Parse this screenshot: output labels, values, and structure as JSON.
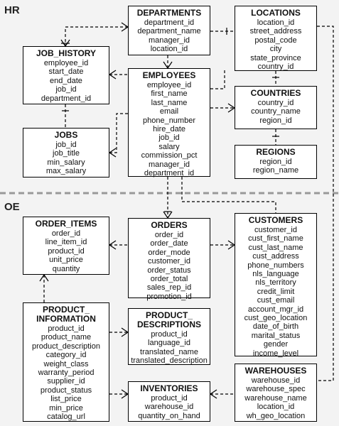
{
  "schemas": {
    "hr": "HR",
    "oe": "OE"
  },
  "entities": {
    "departments": {
      "title": "DEPARTMENTS",
      "fields": [
        "department_id",
        "department_name",
        "manager_id",
        "location_id"
      ]
    },
    "locations": {
      "title": "LOCATIONS",
      "fields": [
        "location_id",
        "street_address",
        "postal_code",
        "city",
        "state_province",
        "country_id"
      ]
    },
    "job_history": {
      "title": "JOB_HISTORY",
      "fields": [
        "employee_id",
        "start_date",
        "end_date",
        "job_id",
        "department_id"
      ]
    },
    "employees": {
      "title": "EMPLOYEES",
      "fields": [
        "employee_id",
        "first_name",
        "last_name",
        "email",
        "phone_number",
        "hire_date",
        "job_id",
        "salary",
        "commission_pct",
        "manager_id",
        "department_id"
      ]
    },
    "countries": {
      "title": "COUNTRIES",
      "fields": [
        "country_id",
        "country_name",
        "region_id"
      ]
    },
    "jobs": {
      "title": "JOBS",
      "fields": [
        "job_id",
        "job_title",
        "min_salary",
        "max_salary"
      ]
    },
    "regions": {
      "title": "REGIONS",
      "fields": [
        "region_id",
        "region_name"
      ]
    },
    "order_items": {
      "title": "ORDER_ITEMS",
      "fields": [
        "order_id",
        "line_item_id",
        "product_id",
        "unit_price",
        "quantity"
      ]
    },
    "orders": {
      "title": "ORDERS",
      "fields": [
        "order_id",
        "order_date",
        "order_mode",
        "customer_id",
        "order_status",
        "order_total",
        "sales_rep_id",
        "promotion_id"
      ]
    },
    "customers": {
      "title": "CUSTOMERS",
      "fields": [
        "customer_id",
        "cust_first_name",
        "cust_last_name",
        "cust_address",
        "phone_numbers",
        "nls_language",
        "nls_territory",
        "credit_limit",
        "cust_email",
        "account_mgr_id",
        "cust_geo_location",
        "date_of_birth",
        "marital_status",
        "gender",
        "income_level"
      ]
    },
    "product_information": {
      "title": "PRODUCT_\nINFORMATION",
      "fields": [
        "product_id",
        "product_name",
        "product_description",
        "category_id",
        "weight_class",
        "warranty_period",
        "supplier_id",
        "product_status",
        "list_price",
        "min_price",
        "catalog_url"
      ]
    },
    "product_descriptions": {
      "title": "PRODUCT_\nDESCRIPTIONS",
      "fields": [
        "product_id",
        "language_id",
        "translated_name",
        "translated_description"
      ]
    },
    "inventories": {
      "title": "INVENTORIES",
      "fields": [
        "product_id",
        "warehouse_id",
        "quantity_on_hand"
      ]
    },
    "warehouses": {
      "title": "WAREHOUSES",
      "fields": [
        "warehouse_id",
        "warehouse_spec",
        "warehouse_name",
        "location_id",
        "wh_geo_location"
      ]
    }
  }
}
